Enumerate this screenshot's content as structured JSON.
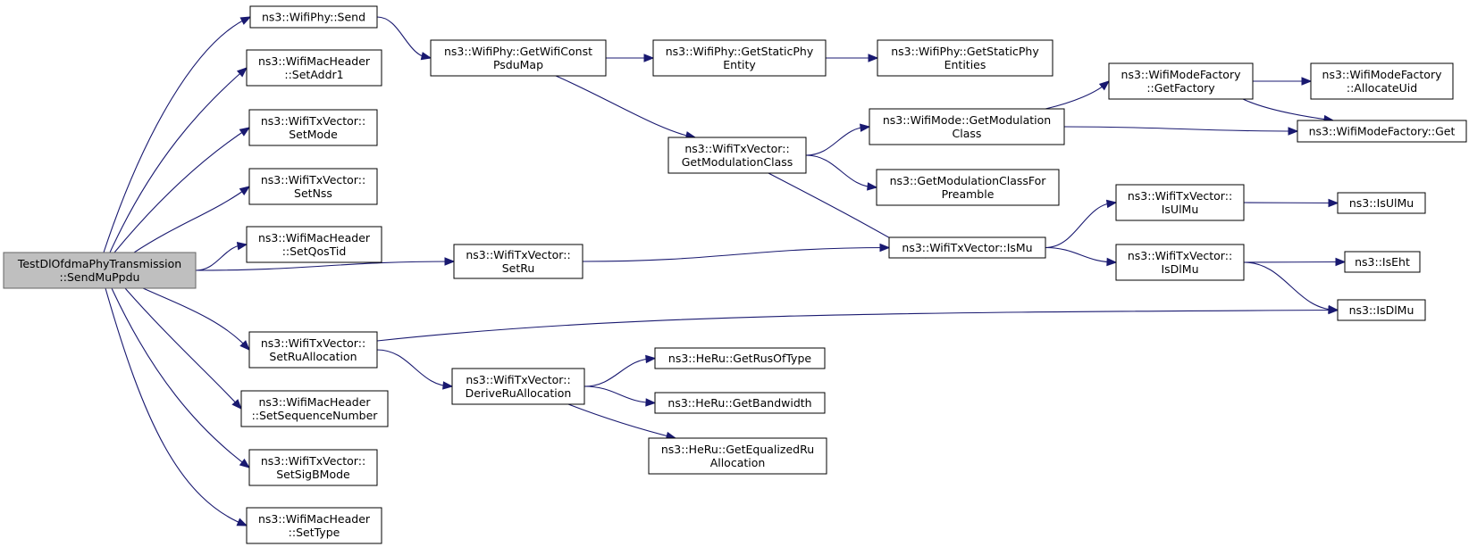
{
  "diagram": {
    "colors": {
      "edge": "#191970",
      "root_fill": "#bfbfbf",
      "node_fill": "#ffffff",
      "node_border": "#000000"
    },
    "nodes": [
      {
        "id": "root",
        "lines": [
          "TestDlOfdmaPhyTransmission",
          "::SendMuPpdu"
        ],
        "root": true
      },
      {
        "id": "phySend",
        "lines": [
          "ns3::WifiPhy::Send"
        ]
      },
      {
        "id": "setAddr1",
        "lines": [
          "ns3::WifiMacHeader",
          "::SetAddr1"
        ]
      },
      {
        "id": "setMode",
        "lines": [
          "ns3::WifiTxVector::",
          "SetMode"
        ]
      },
      {
        "id": "setNss",
        "lines": [
          "ns3::WifiTxVector::",
          "SetNss"
        ]
      },
      {
        "id": "setQosTid",
        "lines": [
          "ns3::WifiMacHeader",
          "::SetQosTid"
        ]
      },
      {
        "id": "setRuAllocation",
        "lines": [
          "ns3::WifiTxVector::",
          "SetRuAllocation"
        ]
      },
      {
        "id": "setSeq",
        "lines": [
          "ns3::WifiMacHeader",
          "::SetSequenceNumber"
        ]
      },
      {
        "id": "setSigB",
        "lines": [
          "ns3::WifiTxVector::",
          "SetSigBMode"
        ]
      },
      {
        "id": "setType",
        "lines": [
          "ns3::WifiMacHeader",
          "::SetType"
        ]
      },
      {
        "id": "getConstPsduMap",
        "lines": [
          "ns3::WifiPhy::GetWifiConst",
          "PsduMap"
        ]
      },
      {
        "id": "setRu",
        "lines": [
          "ns3::WifiTxVector::",
          "SetRu"
        ]
      },
      {
        "id": "deriveRu",
        "lines": [
          "ns3::WifiTxVector::",
          "DeriveRuAllocation"
        ]
      },
      {
        "id": "staticPhyEntity",
        "lines": [
          "ns3::WifiPhy::GetStaticPhy",
          "Entity"
        ]
      },
      {
        "id": "txGetModClass",
        "lines": [
          "ns3::WifiTxVector::",
          "GetModulationClass"
        ]
      },
      {
        "id": "staticPhyEntities",
        "lines": [
          "ns3::WifiPhy::GetStaticPhy",
          "Entities"
        ]
      },
      {
        "id": "modeGetModClass",
        "lines": [
          "ns3::WifiMode::GetModulation",
          "Class"
        ]
      },
      {
        "id": "modClassForPreamble",
        "lines": [
          "ns3::GetModulationClassFor",
          "Preamble"
        ]
      },
      {
        "id": "isMu",
        "lines": [
          "ns3::WifiTxVector::IsMu"
        ]
      },
      {
        "id": "getRusOfType",
        "lines": [
          "ns3::HeRu::GetRusOfType"
        ]
      },
      {
        "id": "getBandwidth",
        "lines": [
          "ns3::HeRu::GetBandwidth"
        ]
      },
      {
        "id": "getEqualizedRu",
        "lines": [
          "ns3::HeRu::GetEqualizedRu",
          "Allocation"
        ]
      },
      {
        "id": "getFactory",
        "lines": [
          "ns3::WifiModeFactory",
          "::GetFactory"
        ]
      },
      {
        "id": "txIsUlMu",
        "lines": [
          "ns3::WifiTxVector::",
          "IsUlMu"
        ]
      },
      {
        "id": "txIsDlMu",
        "lines": [
          "ns3::WifiTxVector::",
          "IsDlMu"
        ]
      },
      {
        "id": "allocateUid",
        "lines": [
          "ns3::WifiModeFactory",
          "::AllocateUid"
        ]
      },
      {
        "id": "factoryGet",
        "lines": [
          "ns3::WifiModeFactory::Get"
        ]
      },
      {
        "id": "isUlMu",
        "lines": [
          "ns3::IsUlMu"
        ]
      },
      {
        "id": "isEht",
        "lines": [
          "ns3::IsEht"
        ]
      },
      {
        "id": "isDlMu",
        "lines": [
          "ns3::IsDlMu"
        ]
      }
    ],
    "edges": [
      [
        "root",
        "phySend"
      ],
      [
        "root",
        "setAddr1"
      ],
      [
        "root",
        "setMode"
      ],
      [
        "root",
        "setNss"
      ],
      [
        "root",
        "setQosTid"
      ],
      [
        "root",
        "setRu"
      ],
      [
        "root",
        "setRuAllocation"
      ],
      [
        "root",
        "setSeq"
      ],
      [
        "root",
        "setSigB"
      ],
      [
        "root",
        "setType"
      ],
      [
        "phySend",
        "getConstPsduMap"
      ],
      [
        "getConstPsduMap",
        "staticPhyEntity"
      ],
      [
        "getConstPsduMap",
        "txGetModClass"
      ],
      [
        "staticPhyEntity",
        "staticPhyEntities"
      ],
      [
        "txGetModClass",
        "modeGetModClass"
      ],
      [
        "txGetModClass",
        "modClassForPreamble"
      ],
      [
        "txGetModClass",
        "isMu"
      ],
      [
        "modeGetModClass",
        "getFactory"
      ],
      [
        "modeGetModClass",
        "factoryGet"
      ],
      [
        "getFactory",
        "allocateUid"
      ],
      [
        "getFactory",
        "factoryGet"
      ],
      [
        "setRu",
        "isMu"
      ],
      [
        "isMu",
        "txIsUlMu"
      ],
      [
        "isMu",
        "txIsDlMu"
      ],
      [
        "txIsUlMu",
        "isUlMu"
      ],
      [
        "txIsDlMu",
        "isEht"
      ],
      [
        "txIsDlMu",
        "isDlMu"
      ],
      [
        "setRuAllocation",
        "isDlMu"
      ],
      [
        "setRuAllocation",
        "deriveRu"
      ],
      [
        "deriveRu",
        "getRusOfType"
      ],
      [
        "deriveRu",
        "getBandwidth"
      ],
      [
        "deriveRu",
        "getEqualizedRu"
      ]
    ]
  }
}
